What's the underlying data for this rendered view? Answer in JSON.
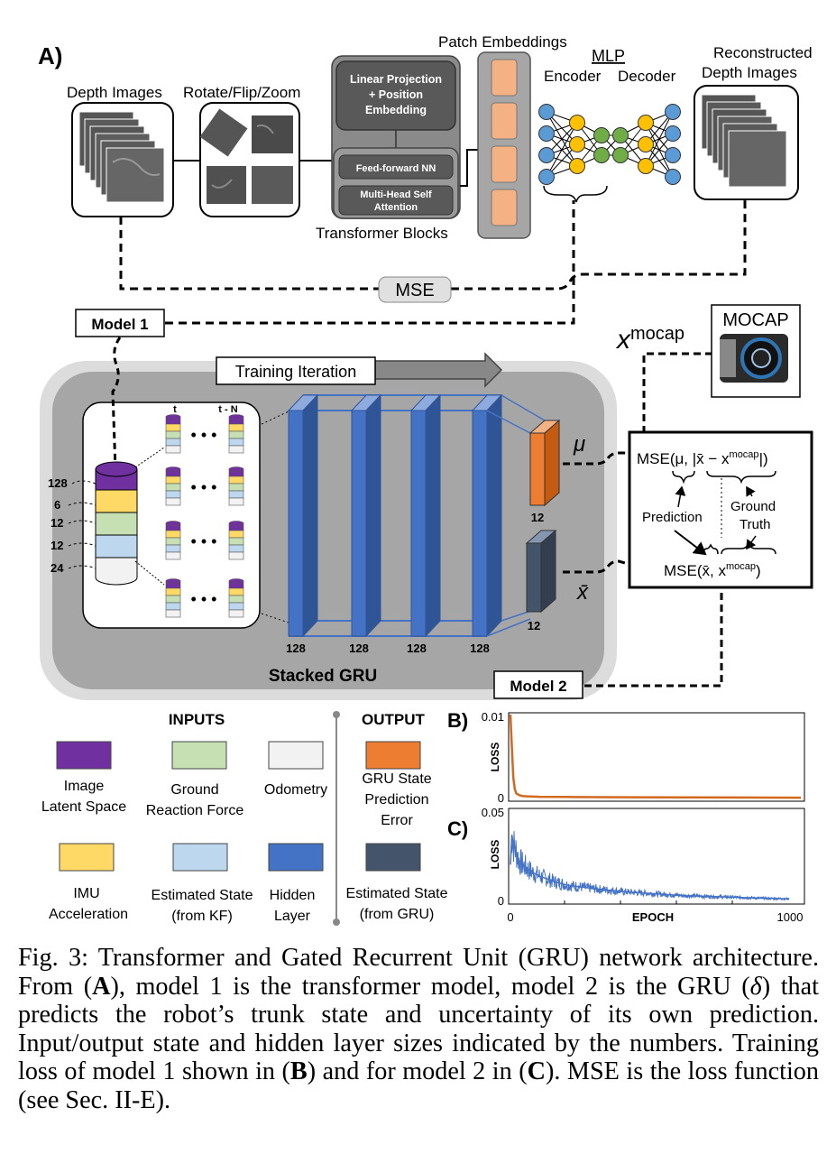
{
  "panel_a": {
    "label": "A)",
    "depth_images": "Depth Images",
    "augment": "Rotate/Flip/Zoom",
    "linear_projection": [
      "Linear Projection",
      "+ Position",
      "Embedding"
    ],
    "ffnn": "Feed-forward NN",
    "mhsa": [
      "Multi-Head Self",
      "Attention"
    ],
    "transformer_blocks": "Transformer Blocks",
    "patch_embeddings": "Patch Embeddings",
    "mlp": "MLP",
    "encoder": "Encoder",
    "decoder": "Decoder",
    "reconstructed": [
      "Reconstructed",
      "Depth Images"
    ],
    "mse": "MSE",
    "model1": "Model 1",
    "model2": "Model 2",
    "x_mocap": "x",
    "mocap_sup": "mocap",
    "mocap_box": "MOCAP",
    "training_iteration": "Training Iteration",
    "time_t": "t",
    "time_tn": "t - N",
    "input_sizes": [
      "128",
      "6",
      "12",
      "12",
      "24"
    ],
    "gru_sizes": [
      "128",
      "128",
      "128",
      "128"
    ],
    "out_sizes": [
      "12",
      "12"
    ],
    "stacked_gru": "Stacked GRU",
    "mu": "μ",
    "xbar": "x̄",
    "mse_box": {
      "line1": "MSE(μ, |x̄ − x",
      "line1_sup": "mocap",
      "line1_end": "|)",
      "prediction": "Prediction",
      "ground": "Ground",
      "truth": "Truth",
      "line2": "MSE(x̄, x",
      "line2_sup": "mocap",
      "line2_end": ")"
    }
  },
  "legend": {
    "inputs_title": "INPUTS",
    "output_title": "OUTPUT",
    "items": [
      {
        "name": [
          "Image",
          "Latent Space"
        ],
        "color": "#7030a0"
      },
      {
        "name": [
          "Ground",
          "Reaction Force"
        ],
        "color": "#c6e0b4"
      },
      {
        "name": [
          "Odometry"
        ],
        "color": "#f2f2f2"
      },
      {
        "name": [
          "IMU",
          "Acceleration"
        ],
        "color": "#ffd966"
      },
      {
        "name": [
          "Estimated State",
          "(from KF)"
        ],
        "color": "#bdd7ee"
      },
      {
        "name": [
          "Hidden",
          "Layer"
        ],
        "color": "#4472c4"
      }
    ],
    "outputs": [
      {
        "name": [
          "GRU State",
          "Prediction",
          "Error"
        ],
        "color": "#ed7d31"
      },
      {
        "name": [
          "Estimated State",
          "(from GRU)"
        ],
        "color": "#44546a"
      }
    ]
  },
  "chart_data": [
    {
      "panel": "B)",
      "type": "line",
      "ylabel": "LOSS",
      "xlabel": "",
      "yticks": [
        "0.01",
        "0"
      ],
      "ylim": [
        0,
        0.01
      ],
      "xlim": [
        0,
        1000
      ],
      "color": "#d2691e",
      "series": [
        {
          "x": [
            0,
            5,
            10,
            15,
            20,
            30,
            40,
            60,
            100,
            200,
            400,
            600,
            800,
            1000
          ],
          "y": [
            0.0098,
            0.006,
            0.0025,
            0.0012,
            0.0007,
            0.0005,
            0.0004,
            0.00035,
            0.0003,
            0.00028,
            0.00025,
            0.00023,
            0.00022,
            0.0002
          ]
        }
      ]
    },
    {
      "panel": "C)",
      "type": "line",
      "ylabel": "LOSS",
      "xlabel": "EPOCH",
      "yticks": [
        "0.05",
        "0"
      ],
      "xticks": [
        "0",
        "1000"
      ],
      "ylim": [
        0,
        0.05
      ],
      "xlim": [
        0,
        1000
      ],
      "color": "#4472c4",
      "series": [
        {
          "x": [
            0,
            5,
            10,
            20,
            30,
            50,
            75,
            100,
            150,
            200,
            300,
            400,
            500,
            600,
            700,
            800,
            900,
            960
          ],
          "y": [
            0.02,
            0.036,
            0.031,
            0.027,
            0.022,
            0.019,
            0.016,
            0.014,
            0.011,
            0.009,
            0.007,
            0.0055,
            0.0045,
            0.0035,
            0.003,
            0.0025,
            0.002,
            0.0018
          ]
        }
      ]
    }
  ],
  "caption": {
    "p1": "Fig. 3: Transformer and Gated Recurrent Unit (GRU) network architecture. From (",
    "A": "A",
    "p2": "), model 1 is the transformer model, model 2 is the GRU (",
    "delta": "δ",
    "p3": ") that predicts the robot’s trunk state and uncertainty of its own prediction. Input/output state and hidden layer sizes indicated by the numbers. Training loss of model 1 shown in (",
    "B": "B",
    "p4": ") and for model 2 in (",
    "C": "C",
    "p5": "). MSE is the loss function (see Sec. II-E)."
  }
}
